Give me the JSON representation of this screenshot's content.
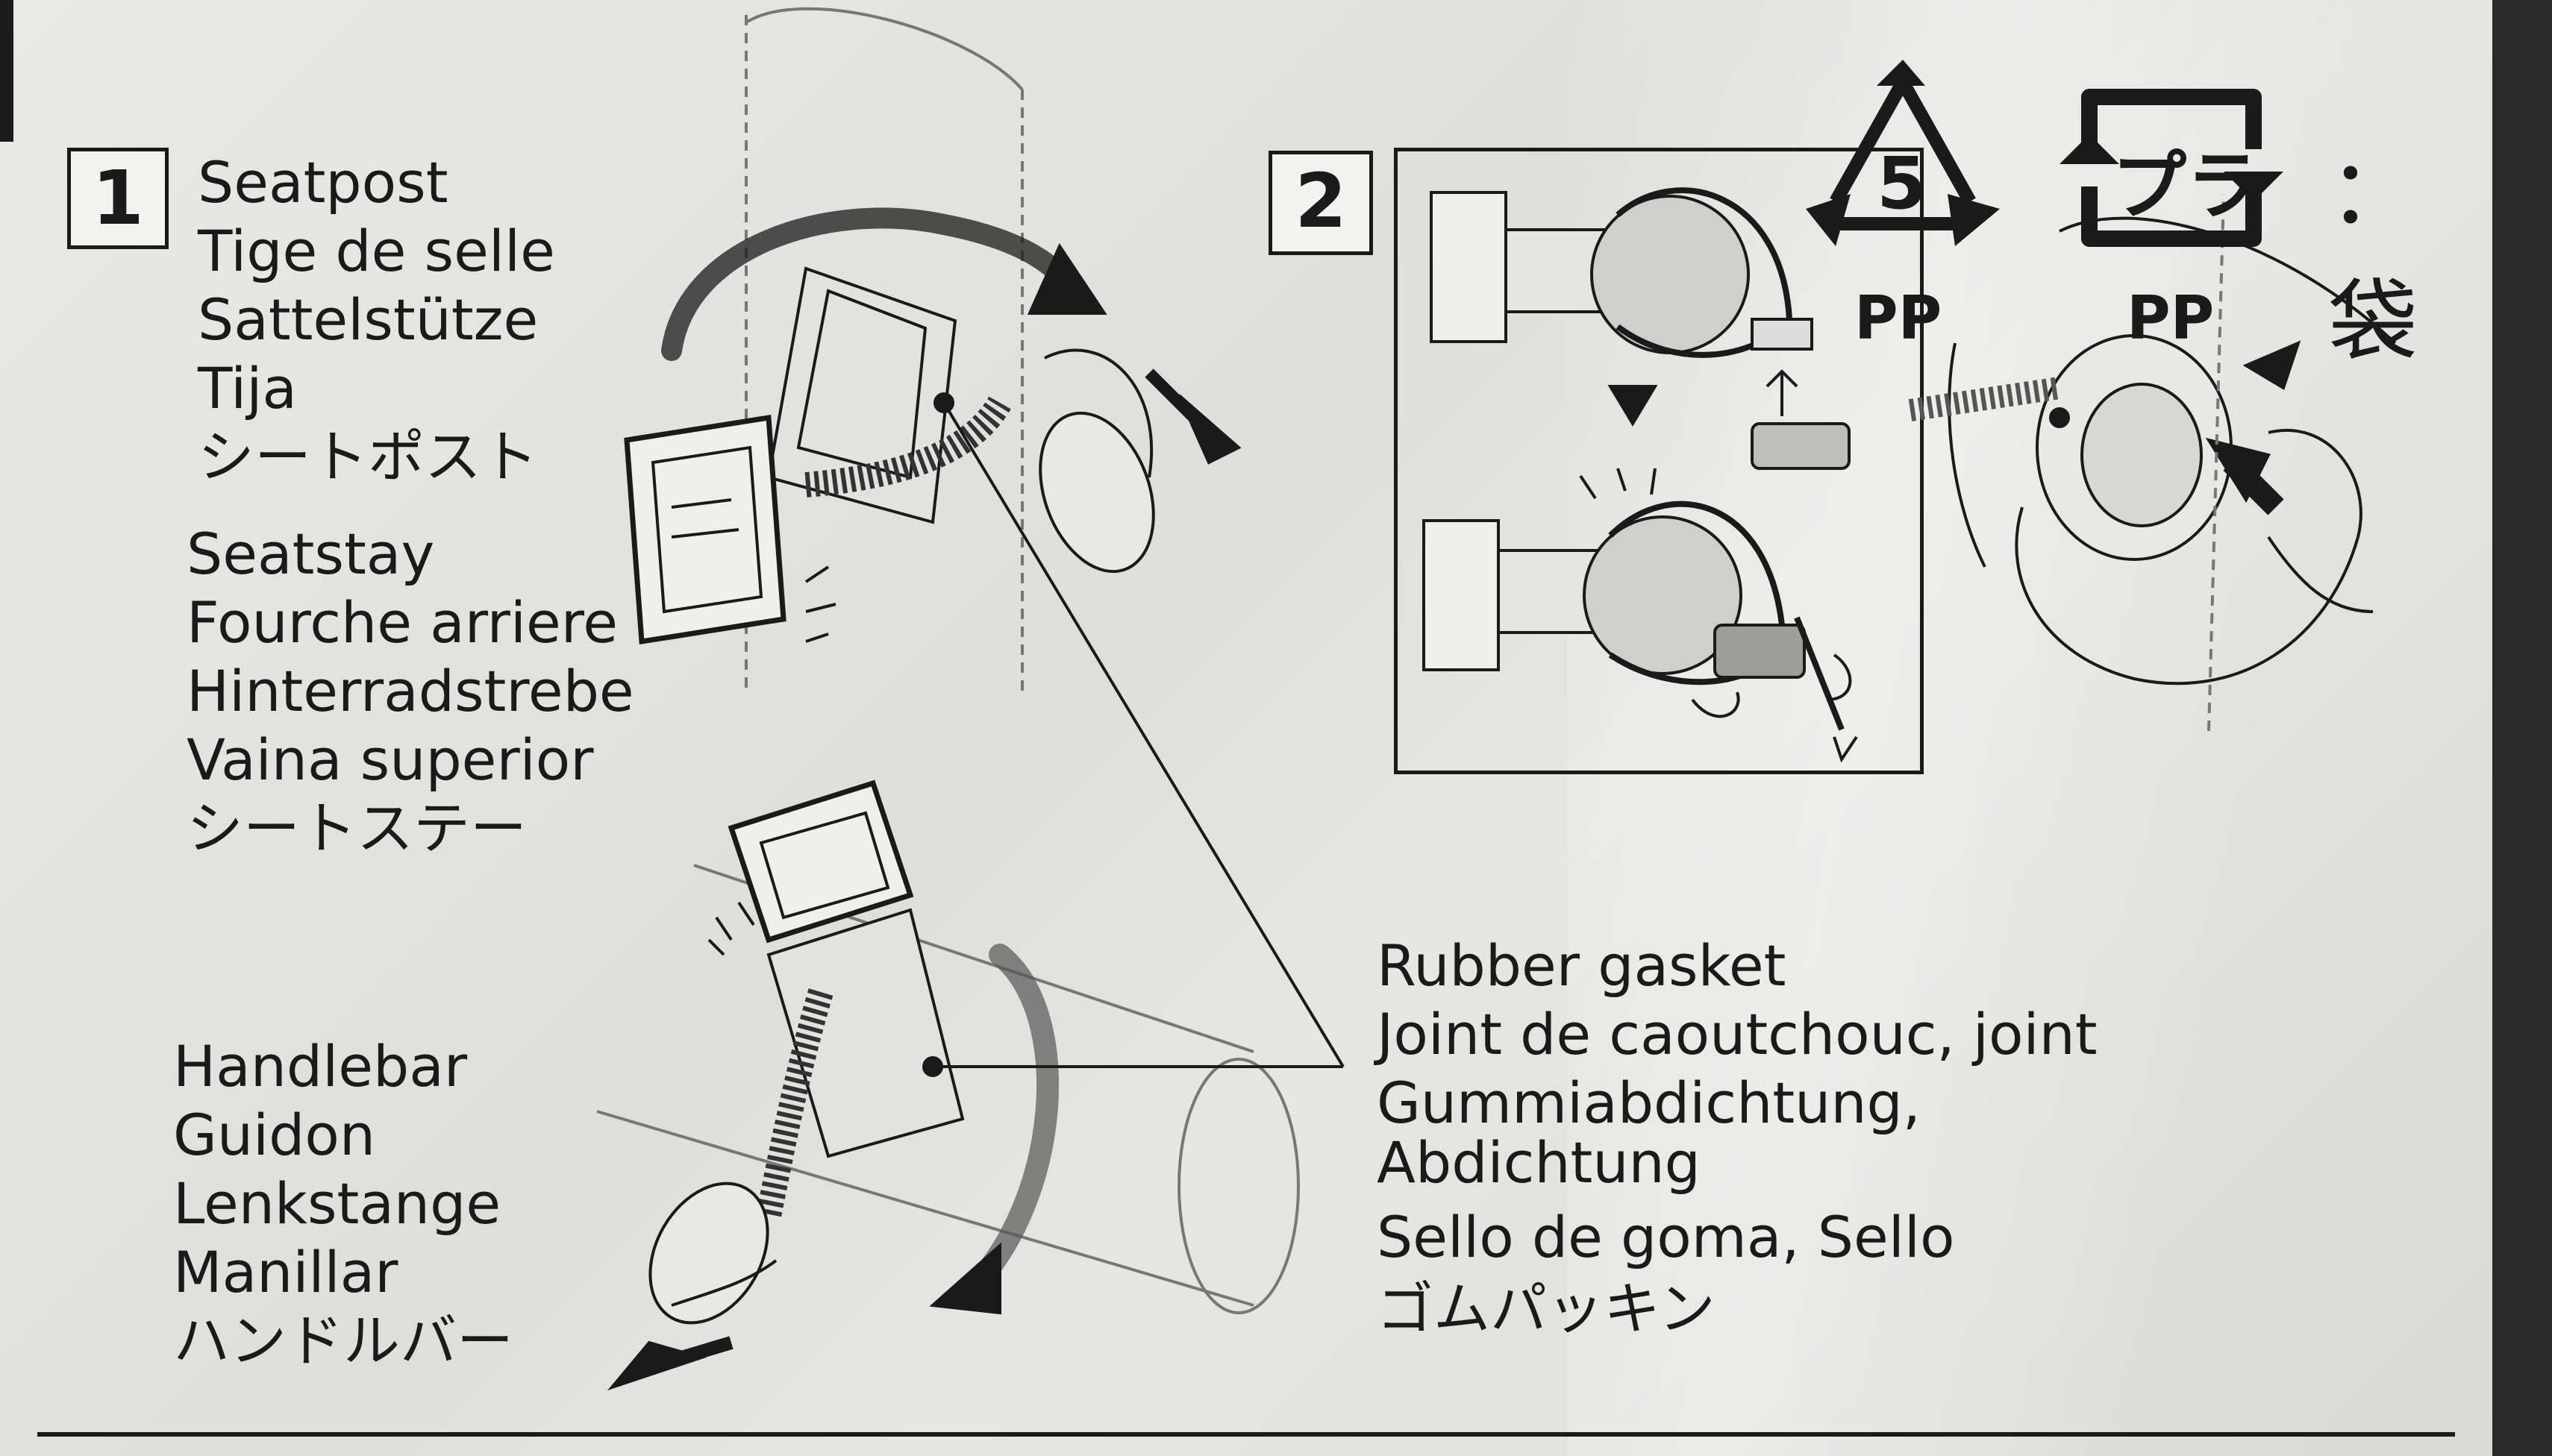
{
  "step1": {
    "number": "1",
    "seatpost": [
      "Seatpost",
      "Tige de selle",
      "Sattelstütze",
      "Tija",
      "シートポスト"
    ],
    "seatstay": [
      "Seatstay",
      "Fourche arriere",
      "Hinterradstrebe",
      "Vaina superior",
      "シートステー"
    ],
    "handlebar": [
      "Handlebar",
      "Guidon",
      "Lenkstange",
      "Manillar",
      "ハンドルバー"
    ]
  },
  "step2": {
    "number": "2"
  },
  "gasket_label": [
    "Rubber gasket",
    "Joint de caoutchouc, joint",
    "Gummiabdichtung,",
    "Abdichtung",
    "Sello de goma, Sello",
    "ゴムパッキン"
  ],
  "recycling": {
    "code_number": "5",
    "code_material": "PP",
    "pla_mark": "プラ",
    "pla_material": "PP",
    "bag_note": "：袋"
  },
  "icons": [
    "recycle-5-icon",
    "pla-recycle-icon",
    "arrow-icon"
  ],
  "colors": {
    "ink": "#1a1a1a",
    "paper": "#e4e4e2",
    "hatch": "#9a9a9a"
  }
}
